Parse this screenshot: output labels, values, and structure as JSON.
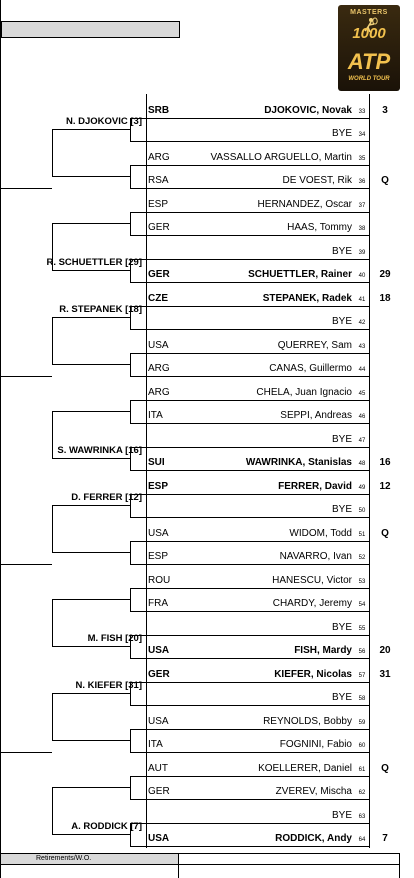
{
  "logo": {
    "top_text": "MASTERS",
    "number": "1000",
    "brand": "ATP",
    "sub": "WORLD TOUR"
  },
  "entries": [
    {
      "code": "SRB",
      "name": "DJOKOVIC, Novak",
      "num": "33",
      "seed": "3",
      "bold": true
    },
    {
      "code": "",
      "name": "BYE",
      "num": "34",
      "seed": "",
      "bold": false
    },
    {
      "code": "ARG",
      "name": "VASSALLO ARGUELLO, Martin",
      "num": "35",
      "seed": "",
      "bold": false
    },
    {
      "code": "RSA",
      "name": "DE VOEST, Rik",
      "num": "36",
      "seed": "Q",
      "bold": false
    },
    {
      "code": "ESP",
      "name": "HERNANDEZ, Oscar",
      "num": "37",
      "seed": "",
      "bold": false
    },
    {
      "code": "GER",
      "name": "HAAS, Tommy",
      "num": "38",
      "seed": "",
      "bold": false
    },
    {
      "code": "",
      "name": "BYE",
      "num": "39",
      "seed": "",
      "bold": false
    },
    {
      "code": "GER",
      "name": "SCHUETTLER, Rainer",
      "num": "40",
      "seed": "29",
      "bold": true
    },
    {
      "code": "CZE",
      "name": "STEPANEK, Radek",
      "num": "41",
      "seed": "18",
      "bold": true
    },
    {
      "code": "",
      "name": "BYE",
      "num": "42",
      "seed": "",
      "bold": false
    },
    {
      "code": "USA",
      "name": "QUERREY, Sam",
      "num": "43",
      "seed": "",
      "bold": false
    },
    {
      "code": "ARG",
      "name": "CANAS, Guillermo",
      "num": "44",
      "seed": "",
      "bold": false
    },
    {
      "code": "ARG",
      "name": "CHELA, Juan Ignacio",
      "num": "45",
      "seed": "",
      "bold": false
    },
    {
      "code": "ITA",
      "name": "SEPPI, Andreas",
      "num": "46",
      "seed": "",
      "bold": false
    },
    {
      "code": "",
      "name": "BYE",
      "num": "47",
      "seed": "",
      "bold": false
    },
    {
      "code": "SUI",
      "name": "WAWRINKA, Stanislas",
      "num": "48",
      "seed": "16",
      "bold": true
    },
    {
      "code": "ESP",
      "name": "FERRER, David",
      "num": "49",
      "seed": "12",
      "bold": true
    },
    {
      "code": "",
      "name": "BYE",
      "num": "50",
      "seed": "",
      "bold": false
    },
    {
      "code": "USA",
      "name": "WIDOM, Todd",
      "num": "51",
      "seed": "Q",
      "bold": false
    },
    {
      "code": "ESP",
      "name": "NAVARRO, Ivan",
      "num": "52",
      "seed": "",
      "bold": false
    },
    {
      "code": "ROU",
      "name": "HANESCU, Victor",
      "num": "53",
      "seed": "",
      "bold": false
    },
    {
      "code": "FRA",
      "name": "CHARDY, Jeremy",
      "num": "54",
      "seed": "",
      "bold": false
    },
    {
      "code": "",
      "name": "BYE",
      "num": "55",
      "seed": "",
      "bold": false
    },
    {
      "code": "USA",
      "name": "FISH, Mardy",
      "num": "56",
      "seed": "20",
      "bold": true
    },
    {
      "code": "GER",
      "name": "KIEFER, Nicolas",
      "num": "57",
      "seed": "31",
      "bold": true
    },
    {
      "code": "",
      "name": "BYE",
      "num": "58",
      "seed": "",
      "bold": false
    },
    {
      "code": "USA",
      "name": "REYNOLDS, Bobby",
      "num": "59",
      "seed": "",
      "bold": false
    },
    {
      "code": "ITA",
      "name": "FOGNINI, Fabio",
      "num": "60",
      "seed": "",
      "bold": false
    },
    {
      "code": "AUT",
      "name": "KOELLERER, Daniel",
      "num": "61",
      "seed": "Q",
      "bold": false
    },
    {
      "code": "GER",
      "name": "ZVEREV, Mischa",
      "num": "62",
      "seed": "",
      "bold": false
    },
    {
      "code": "",
      "name": "BYE",
      "num": "63",
      "seed": "",
      "bold": false
    },
    {
      "code": "USA",
      "name": "RODDICK, Andy",
      "num": "64",
      "seed": "7",
      "bold": true
    }
  ],
  "winners": [
    "N. DJOKOVIC [3]",
    "R. SCHUETTLER [29]",
    "R. STEPANEK [18]",
    "S. WAWRINKA [16]",
    "D. FERRER [12]",
    "M. FISH [20]",
    "N. KIEFER [31]",
    "A. RODDICK [7]"
  ],
  "footer": {
    "label": "Retirements/W.O."
  }
}
